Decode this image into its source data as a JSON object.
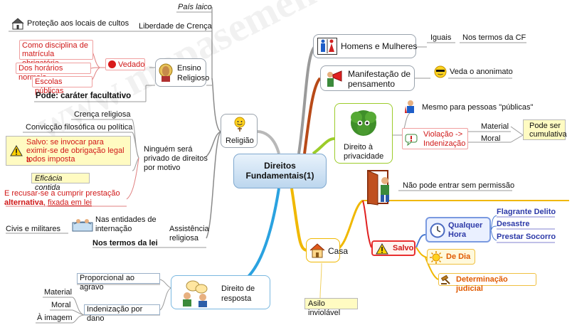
{
  "watermark": "www.mapasemente.com.br/",
  "center": {
    "line1": "Direitos",
    "line2": "Fundamentais(1)"
  },
  "religiao": {
    "label": "Religião",
    "pais_laico": "País laico",
    "liberdade_crenca": "Liberdade de Crença",
    "protecao": "Proteção aos locais de cultos",
    "ensino": {
      "line1": "Ensino",
      "line2": "Religioso"
    },
    "vedado": "Vedado",
    "vedado_items": [
      "Como disciplina de",
      "matrícula obrigatória",
      "Dos horários normais",
      "Escolas públicas"
    ],
    "pode": "Pode: caráter facultativo",
    "ninguem": [
      "Ninguém será",
      "privado de direitos",
      "por motivo"
    ],
    "motivos": [
      "Crença religiosa",
      "Convicção filosófica ou política"
    ],
    "salvo_lines": [
      "Salvo: se invocar para",
      "eximir-se de obrigação legal a",
      "todos imposta"
    ],
    "eficacia": "Eficácia contida",
    "recusar_line1": "E recusar-se a cumprir prestação",
    "recusar_alt": "alternativa",
    "recusar_sep": ", ",
    "recusar_fixada": "fixada em lei",
    "assistencia": [
      "Assistência",
      "religiosa"
    ],
    "entidades": [
      "Nas entidades de",
      "internação"
    ],
    "civis": "Civis e militares",
    "nos_termos_lei": "Nos termos da lei"
  },
  "direito_resposta": {
    "label": [
      "Direito de",
      "resposta"
    ],
    "proporcional": "Proporcional ao agravo",
    "indenizacao": "Indenização por dano",
    "danos": [
      "Material",
      "Moral",
      "À imagem"
    ]
  },
  "homens_mulheres": {
    "label": "Homens e Mulheres",
    "iguais": "Iguais",
    "termos_cf": "Nos termos da CF"
  },
  "manifestacao": {
    "label": [
      "Manifestação de",
      "pensamento"
    ],
    "veda": "Veda o anonimato"
  },
  "privacidade": {
    "label": [
      "Direito à",
      "privacidade"
    ],
    "pessoas_publicas": "Mesmo para pessoas \"públicas\"",
    "violacao": [
      "Violação ->",
      "Indenização"
    ],
    "material": "Material",
    "moral": "Moral",
    "cumulativa": [
      "Pode ser",
      "cumulativa"
    ]
  },
  "casa": {
    "label": "Casa",
    "asilo": "Asilo inviolável",
    "nao_pode": "Não pode entrar sem permissão",
    "salvo": "Salvo",
    "qualquer_hora": [
      "Qualquer",
      "Hora"
    ],
    "hora_items": [
      "Flagrante Delito",
      "Desastre",
      "Prestar Socorro"
    ],
    "de_dia": "De Dia",
    "determinacao": "Determinação judicial"
  }
}
